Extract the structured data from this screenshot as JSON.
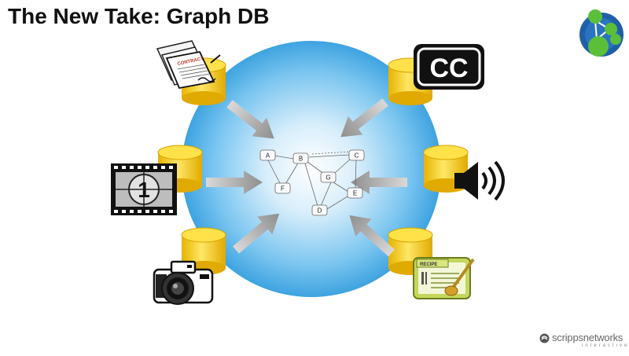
{
  "slide": {
    "title": "The New Take: Graph DB"
  },
  "graph": {
    "nodes": [
      "A",
      "B",
      "C",
      "F",
      "G",
      "E",
      "D"
    ]
  },
  "icons": {
    "contract_label": "CONTRACT",
    "film_countdown_number": "1",
    "closed_caption_text": "CC",
    "recipe_card_label": "RECIPE"
  },
  "branding": {
    "company_name": "scrippsnetworks",
    "company_subtitle": "interactive"
  },
  "colors": {
    "sphere": "#5ab4e8",
    "database": "#f2c410",
    "arrow": "#a8a8a8"
  }
}
